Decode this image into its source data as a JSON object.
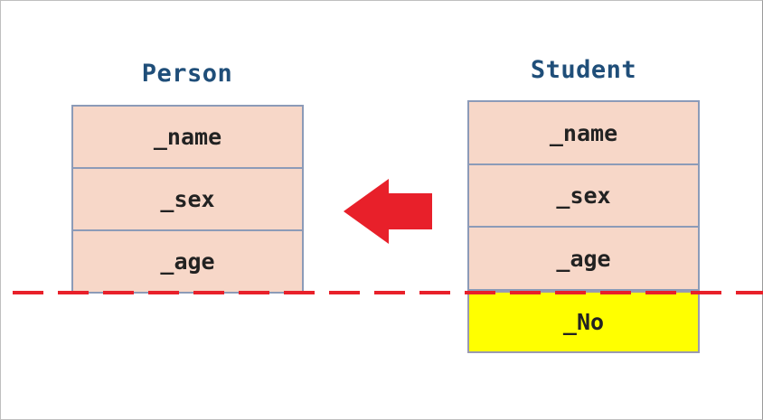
{
  "diagram": {
    "classes": [
      {
        "id": "person",
        "title": "Person",
        "fields": [
          "_name",
          "_sex",
          "_age"
        ]
      },
      {
        "id": "student",
        "title": "Student",
        "fields": [
          "_name",
          "_sex",
          "_age"
        ],
        "extra_fields": [
          "_No"
        ]
      }
    ],
    "arrow": {
      "color": "#e8202a",
      "direction": "left"
    },
    "divider": {
      "color": "#e8202a",
      "style": "dashed"
    }
  }
}
